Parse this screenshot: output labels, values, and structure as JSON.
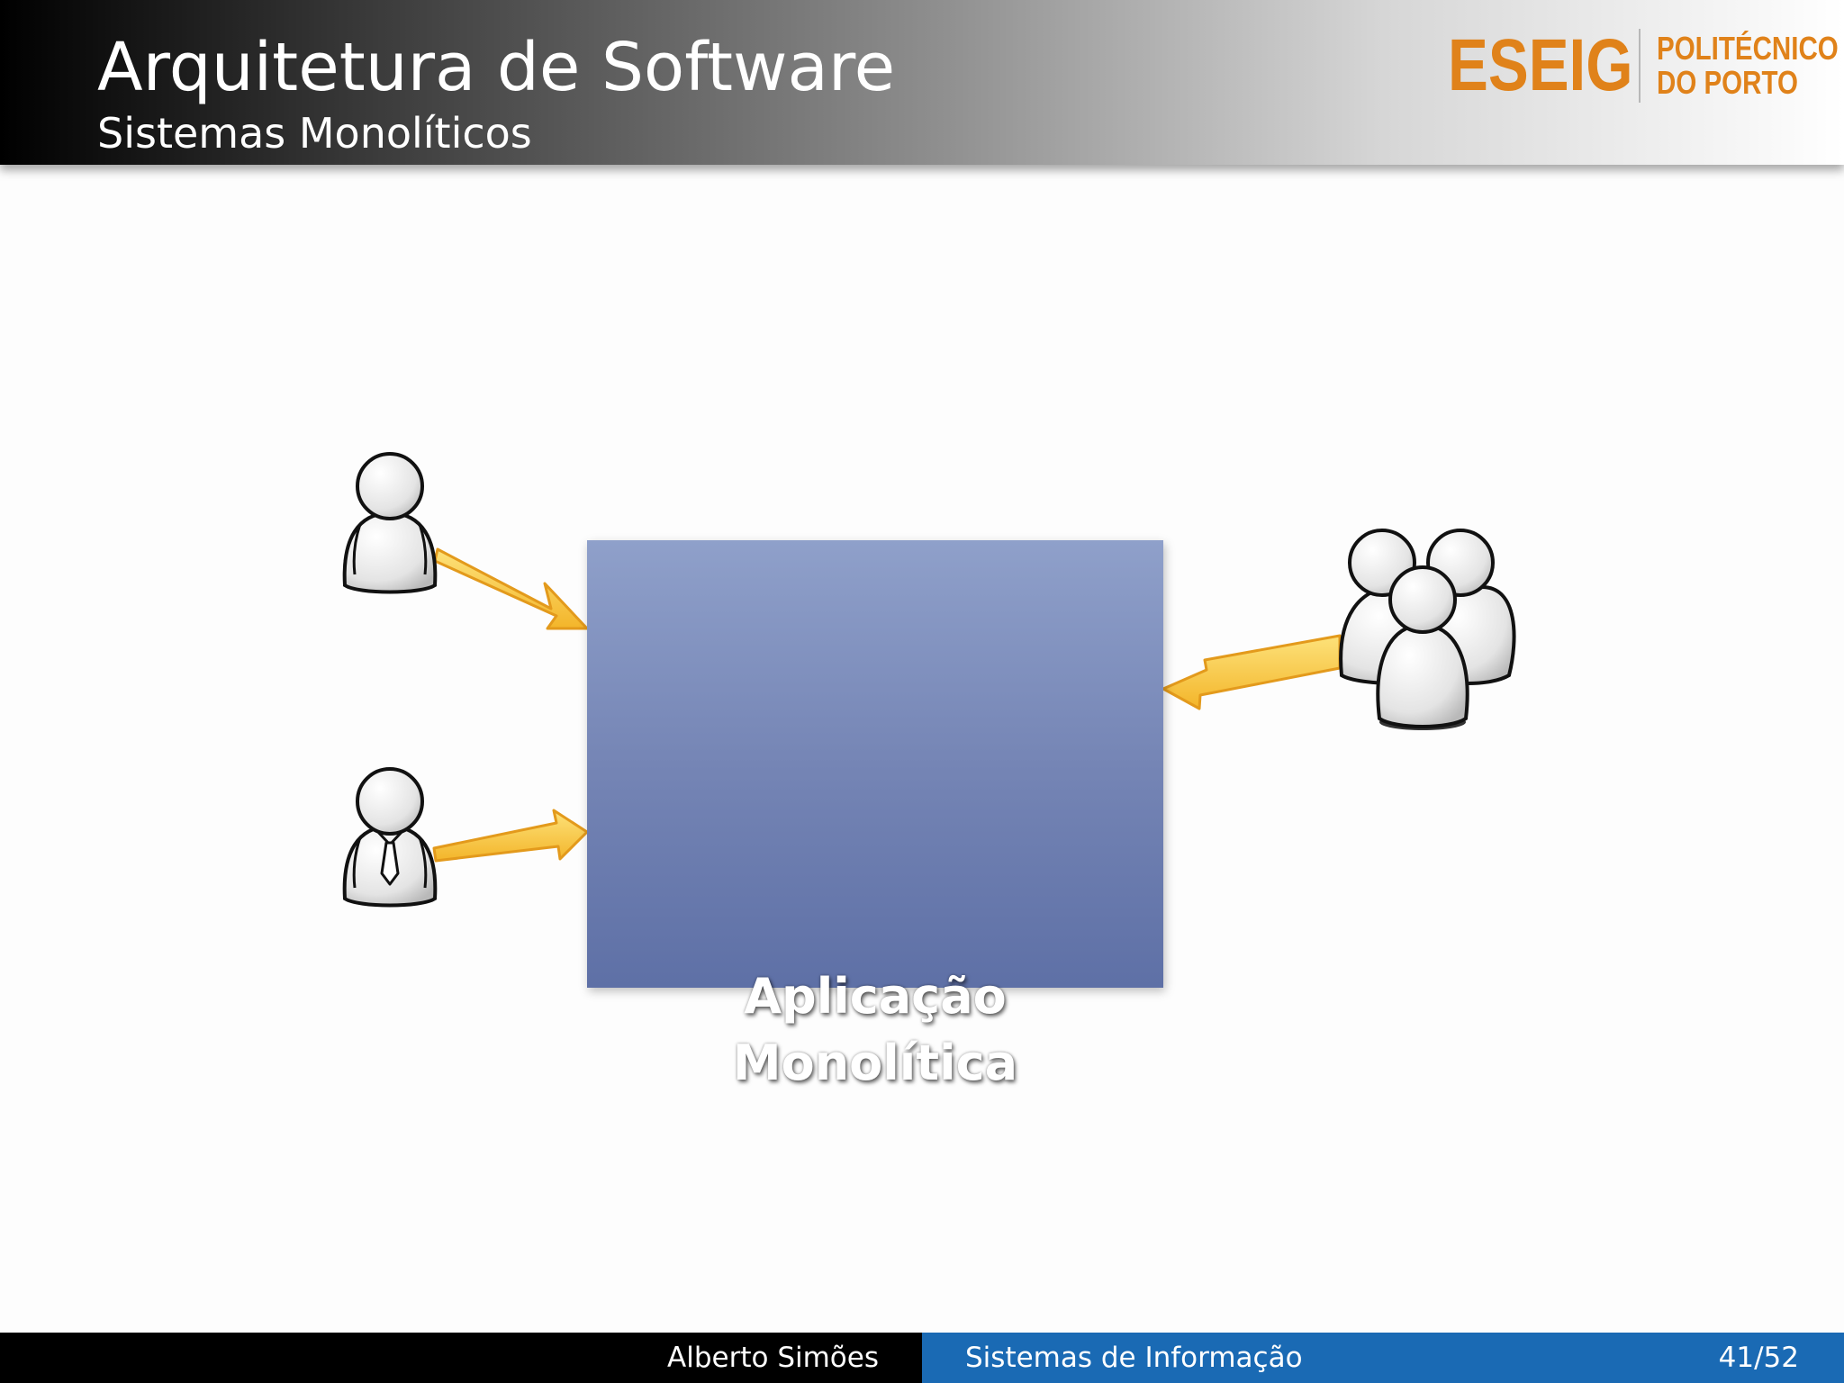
{
  "header": {
    "title": "Arquitetura de Software",
    "subtitle": "Sistemas Monolíticos"
  },
  "logo": {
    "name": "ESEIG",
    "line1": "POLITÉCNICO",
    "line2": "DO PORTO",
    "color": "#e0821a"
  },
  "diagram": {
    "box_line1": "Aplicação",
    "box_line2": "Monolítica",
    "box_color": "#7585b5",
    "arrow_color": "#f5c531",
    "actors": [
      "user-icon",
      "business-user-icon",
      "user-group-icon"
    ]
  },
  "footer": {
    "author": "Alberto Simões",
    "course": "Sistemas de Informação",
    "page": "41/52"
  }
}
